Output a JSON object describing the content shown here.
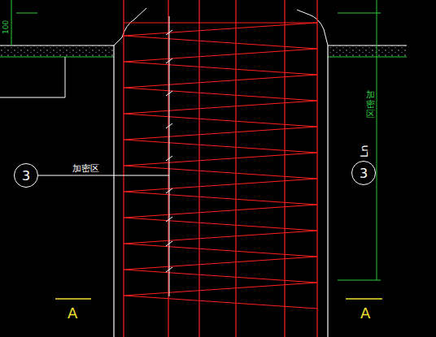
{
  "diagram": {
    "nodes": [
      {
        "text": [
          "3"
        ]
      },
      {
        "text": [
          "3"
        ]
      }
    ],
    "labels": [
      "100",
      "加密区",
      "Ln",
      "加密区",
      "A",
      "A"
    ]
  }
}
